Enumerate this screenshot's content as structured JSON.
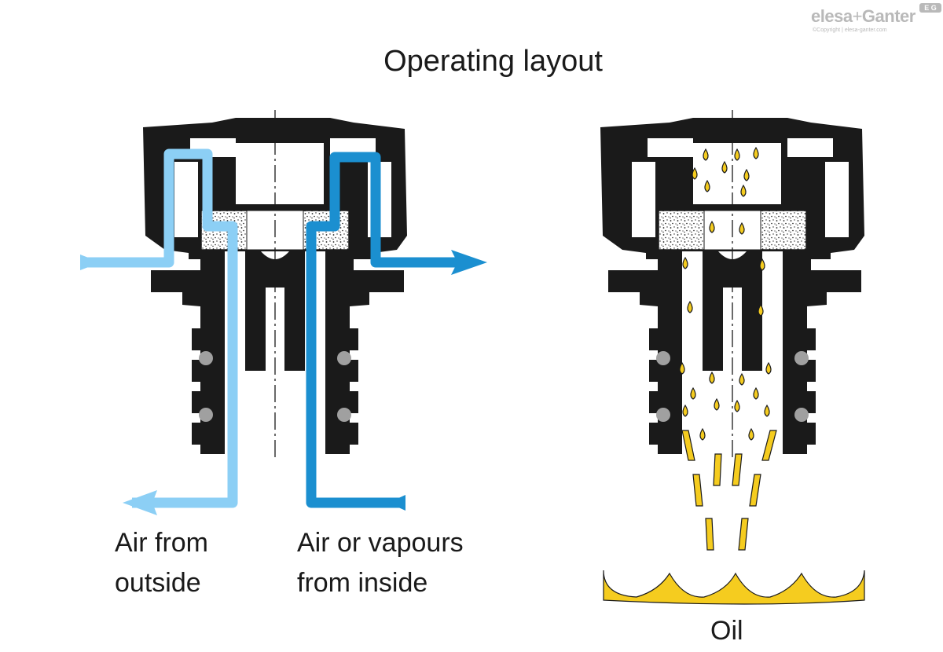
{
  "title": "Operating layout",
  "logo": {
    "brand_part1": "elesa",
    "brand_plus": "+",
    "brand_part2": "Ganter",
    "badge": "E G",
    "copyright": "©Copyright | elesa-ganter.com"
  },
  "left_diagram": {
    "label_outside_line1": "Air from",
    "label_outside_line2": "outside",
    "label_inside_line1": "Air or vapours",
    "label_inside_line2": "from inside"
  },
  "right_diagram": {
    "label_oil": "Oil"
  },
  "colors": {
    "body": "#1a1a1a",
    "outside_air": "#8ccff5",
    "inside_air": "#1b8fd0",
    "oil": "#f5cc1f",
    "seal": "#a0a0a0"
  }
}
